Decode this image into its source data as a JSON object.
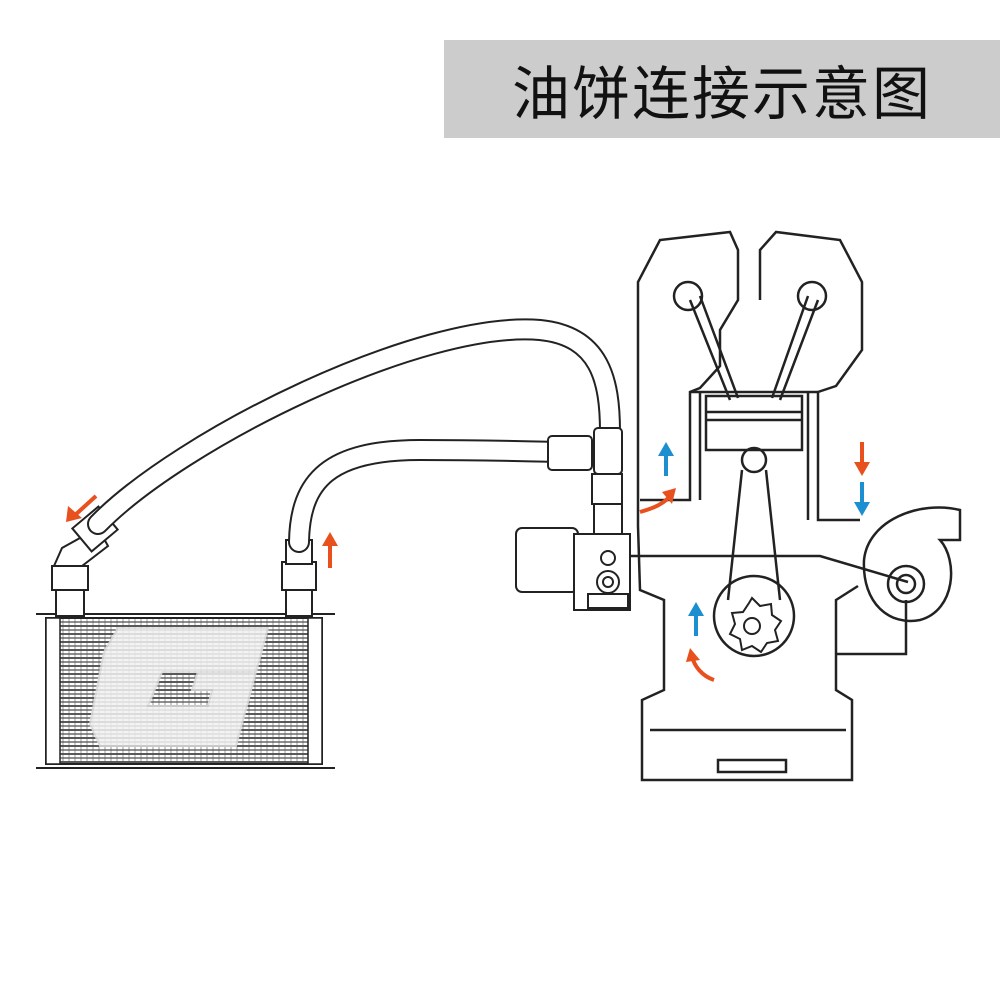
{
  "title": "油饼连接示意图",
  "colors": {
    "flow_arrow_orange": "#e8511e",
    "flow_arrow_blue": "#1b8fd0",
    "title_background": "#cccccc",
    "line": "#222222"
  },
  "icons": [
    "oil-cooler-logo-g",
    "flow-arrow-orange",
    "flow-arrow-blue"
  ]
}
